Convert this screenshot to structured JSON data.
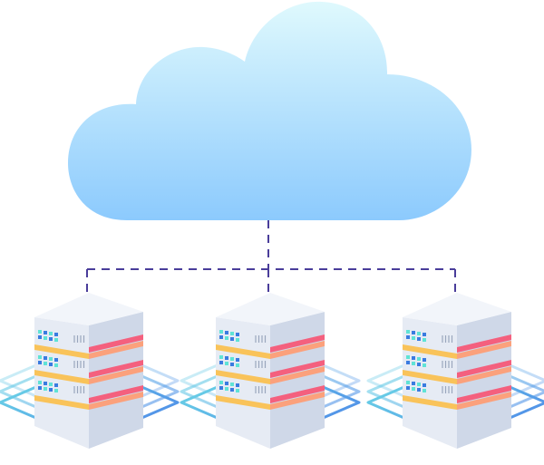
{
  "diagram": {
    "cloud": {
      "color_top": "#dff9fd",
      "color_bottom": "#8ccafd"
    },
    "connector": {
      "color": "#4a3d9a",
      "style": "dashed"
    },
    "servers": [
      {
        "id": "server-left"
      },
      {
        "id": "server-center"
      },
      {
        "id": "server-right"
      }
    ],
    "colors": {
      "chassis_top": "#f2f5fa",
      "chassis_left": "#e6ebf4",
      "chassis_right": "#cfd8e8",
      "stripe_orange": "#fba17c",
      "stripe_pink": "#f4607e",
      "stripe_yellow": "#f9c35a",
      "led_teal": "#5fe3d6",
      "led_blue": "#3a7be0",
      "ring_cyan": "#6fe3e6",
      "ring_blue": "#4a7de8"
    }
  }
}
